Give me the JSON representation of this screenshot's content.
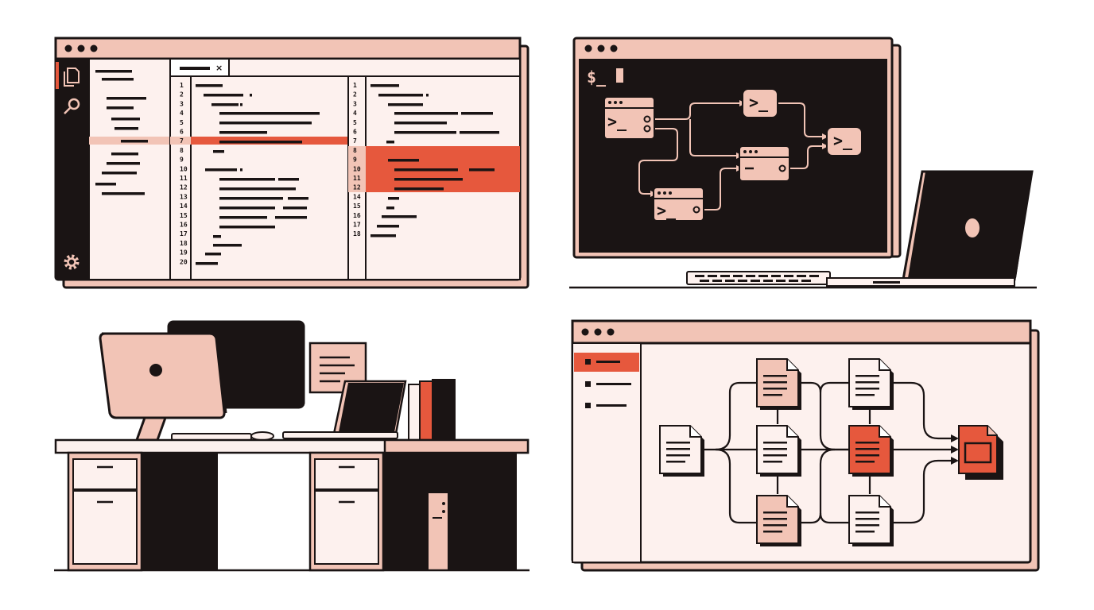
{
  "colors": {
    "ink": "#1a1414",
    "pink": "#f2c4b6",
    "pale": "#fdf1ee",
    "accent": "#e6583d",
    "white": "#ffffff"
  },
  "code_editor": {
    "window_dots": 3,
    "activity_icons": [
      "files-icon",
      "search-icon",
      "gear-icon"
    ],
    "tab_close": "×",
    "left_pane_line_numbers": [
      "1",
      "2",
      "3",
      "4",
      "5",
      "6",
      "7",
      "8",
      "9",
      "10",
      "11",
      "12",
      "13",
      "14",
      "15",
      "16",
      "17",
      "18",
      "19",
      "20"
    ],
    "right_pane_line_numbers": [
      "1",
      "2",
      "3",
      "4",
      "5",
      "6",
      "7",
      "8",
      "9",
      "10",
      "11",
      "12",
      "14",
      "15",
      "16",
      "17",
      "18"
    ],
    "left_highlight_line": "7",
    "right_highlight_lines": [
      "8",
      "9",
      "10",
      "11",
      "12"
    ]
  },
  "terminal": {
    "prompt": "$_",
    "node_prompt": ">_"
  },
  "workspace": {
    "sidebar_items": 3,
    "active_sidebar_item": 0
  }
}
